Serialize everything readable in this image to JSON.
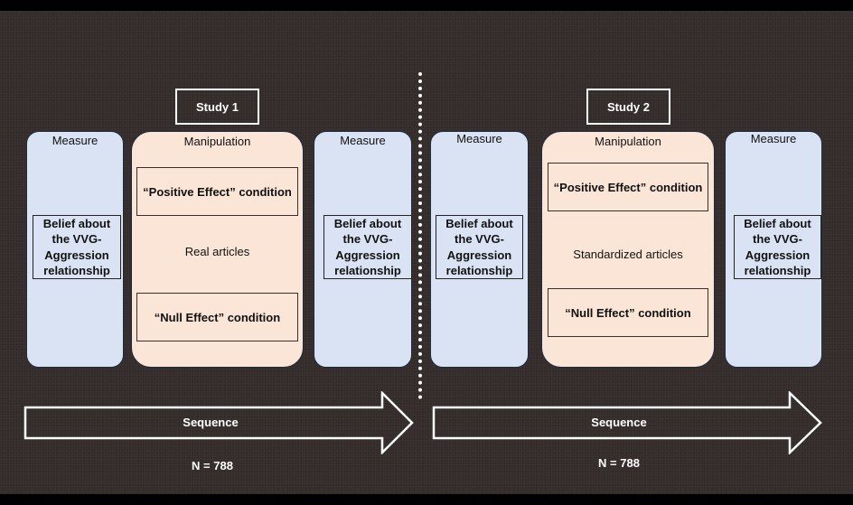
{
  "studies": [
    {
      "label": "Study 1",
      "pre_measure": {
        "title": "Measure",
        "belief_lines": [
          "Belief about",
          "the VVG-",
          "Aggression",
          "relationship"
        ]
      },
      "manipulation": {
        "title": "Manipulation",
        "positive_condition": "“Positive Effect” condition",
        "articles": "Real articles",
        "null_condition": "“Null Effect” condition"
      },
      "post_measure": {
        "title": "Measure",
        "belief_lines": [
          "Belief about",
          "the VVG-",
          "Aggression",
          "relationship"
        ]
      },
      "sequence_label": "Sequence",
      "sample_size": "N = 788"
    },
    {
      "label": "Study 2",
      "pre_measure": {
        "title": "Measure",
        "belief_lines": [
          "Belief about",
          "the VVG-",
          "Aggression",
          "relationship"
        ]
      },
      "manipulation": {
        "title": "Manipulation",
        "positive_condition": "“Positive Effect” condition",
        "articles": "Standardized articles",
        "null_condition": "“Null Effect” condition"
      },
      "post_measure": {
        "title": "Measure",
        "belief_lines": [
          "Belief about",
          "the VVG-",
          "Aggression",
          "relationship"
        ]
      },
      "sequence_label": "Sequence",
      "sample_size": "N = 788"
    }
  ],
  "colors": {
    "background": "#342d2b",
    "measure_fill": "#dae3f3",
    "manipulation_fill": "#fbe5d6",
    "outline": "#1f2a44",
    "light_text": "#ffffff"
  }
}
